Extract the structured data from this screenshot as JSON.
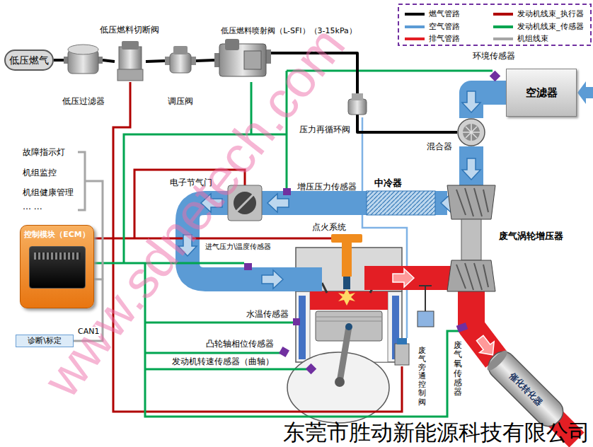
{
  "diagram": {
    "nodes": [
      {
        "text": [
          "低压燃气"
        ]
      },
      {
        "text": [
          "低压过滤器"
        ]
      },
      {
        "text": [
          "低压燃料切断阀"
        ]
      },
      {
        "text": [
          "调压阀"
        ]
      },
      {
        "text": [
          "低压燃料喷射阀（L-SFI）（3-15kPa）"
        ]
      },
      {
        "text": [
          "空滤器"
        ]
      },
      {
        "text": [
          "混合器"
        ]
      },
      {
        "text": [
          "电子节气门"
        ]
      },
      {
        "text": [
          "中冷器"
        ]
      },
      {
        "text": [
          "废气涡轮增压器"
        ]
      },
      {
        "text": [
          "控制模块（ECM）"
        ]
      },
      {
        "text": [
          "诊断\\标定"
        ]
      },
      {
        "text": [
          "催化转化器"
        ]
      }
    ],
    "edges": [
      {
        "from": 0,
        "to": 1,
        "arrow": "none"
      },
      {
        "from": 1,
        "to": 2,
        "arrow": "none"
      },
      {
        "from": 2,
        "to": 3,
        "arrow": "none"
      },
      {
        "from": 3,
        "to": 4,
        "arrow": "none"
      },
      {
        "from": 4,
        "to": 6,
        "arrow": "none"
      },
      {
        "from": 5,
        "to": 6,
        "arrow": "to"
      },
      {
        "from": 6,
        "to": 9,
        "arrow": "to"
      },
      {
        "from": 9,
        "to": 8,
        "arrow": "to"
      },
      {
        "from": 8,
        "to": 7,
        "arrow": "to"
      },
      {
        "from": 9,
        "to": 12,
        "arrow": "to"
      },
      {
        "from": 10,
        "to": 11,
        "label": "CAN1",
        "arrow": "none"
      }
    ],
    "labels": [
      "故障指示灯",
      "机组监控",
      "机组健康管理",
      "… …",
      "环境传感器",
      "压力再循环阀",
      "增压压力传感器",
      "点火系统",
      "进气压力\\温度传感器",
      "水温传感器",
      "凸轮轴相位传感器",
      "发动机转速传感器（曲轴）",
      "废气旁通控制阀",
      "废气氧传感器",
      "www.sdnetech.com",
      "东莞市胜动新能源科技有限公司"
    ],
    "legend": [
      {
        "text": "燃气管路",
        "color": "#000000"
      },
      {
        "text": "空气管路",
        "color": "#5b9bd5"
      },
      {
        "text": "排气管路",
        "color": "#e31e24"
      },
      {
        "text": "发动机线束_执行器",
        "color": "#b00000"
      },
      {
        "text": "发动机线束_传感器",
        "color": "#00a550"
      },
      {
        "text": "机组线束",
        "color": "#a6a6a6"
      }
    ]
  }
}
